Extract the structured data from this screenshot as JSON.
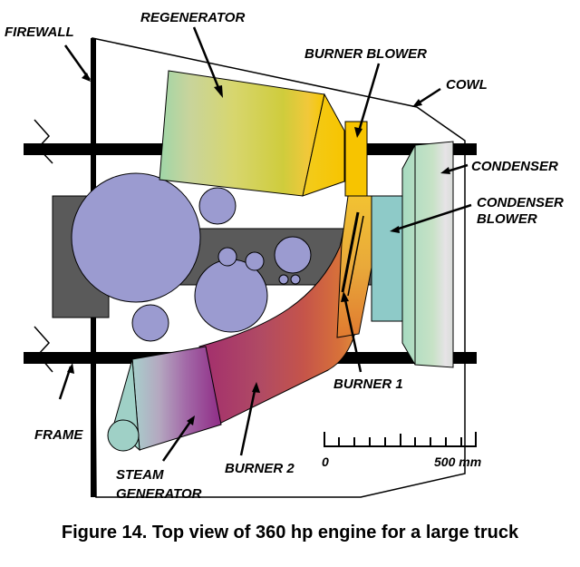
{
  "labels": {
    "firewall": "FIREWALL",
    "regenerator": "REGENERATOR",
    "burner_blower": "BURNER BLOWER",
    "cowl": "COWL",
    "condenser": "CONDENSER",
    "condenser_blower_line1": "CONDENSER",
    "condenser_blower_line2": "BLOWER",
    "burner_1": "BURNER 1",
    "frame": "FRAME",
    "burner_2": "BURNER 2",
    "steam_generator_line1": "STEAM",
    "steam_generator_line2": "GENERATOR"
  },
  "scale": {
    "start_label": "0",
    "end_label": "500 mm"
  },
  "caption": "Figure 14.  Top view of 360 hp engine for a large truck",
  "colors": {
    "engine_block": "#5a5a5a",
    "frame_rail": "#000000",
    "circles": "#9b9bd0",
    "condenser_blower": "#8ecac8",
    "burner_blower": "#f7c400"
  }
}
